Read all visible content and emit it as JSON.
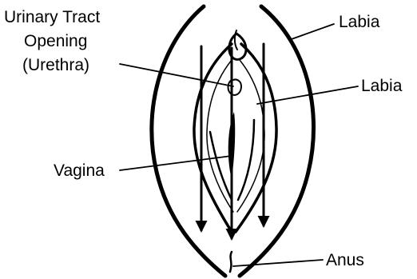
{
  "diagram": {
    "labels": {
      "urethra_line1": "Urinary Tract",
      "urethra_line2": "Opening",
      "urethra_line3": "(Urethra)",
      "outer_labia": "Labia",
      "inner_labia": "Labia",
      "vagina": "Vagina",
      "anus": "Anus"
    },
    "arrow_direction": "down",
    "arrow_count": 3,
    "colors": {
      "ink": "#000000",
      "background": "#ffffff"
    }
  }
}
